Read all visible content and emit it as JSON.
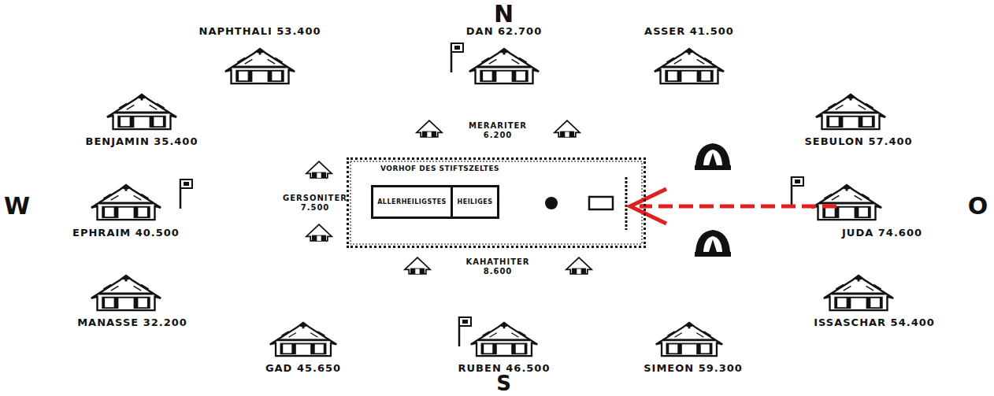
{
  "diagram": {
    "nodes": [
      {
        "text": [
          "VORHOF DES STIFTSZELTES"
        ]
      },
      {
        "text": [
          "ALLERHEILIGSTES"
        ],
        "in": 0
      },
      {
        "text": [
          "HEILIGES"
        ],
        "in": 0
      }
    ],
    "labels": [
      "N",
      "NAPHTHALI 53.400",
      "DAN 62.700",
      "ASSER 41.500",
      "BENJAMIN 35.400",
      "SEBULON 57.400",
      "W",
      "EPHRAIM 40.500",
      "MERARITER 6.200",
      "GERSONITER 7.500",
      "JUDA 74.600",
      "O",
      "MANASSE 32.200",
      "KAHATHITER 8.600",
      "ISSASCHAR 54.400",
      "GAD 45.650",
      "RUBEN 46.500",
      "SIMEON 59.300",
      "S"
    ]
  }
}
